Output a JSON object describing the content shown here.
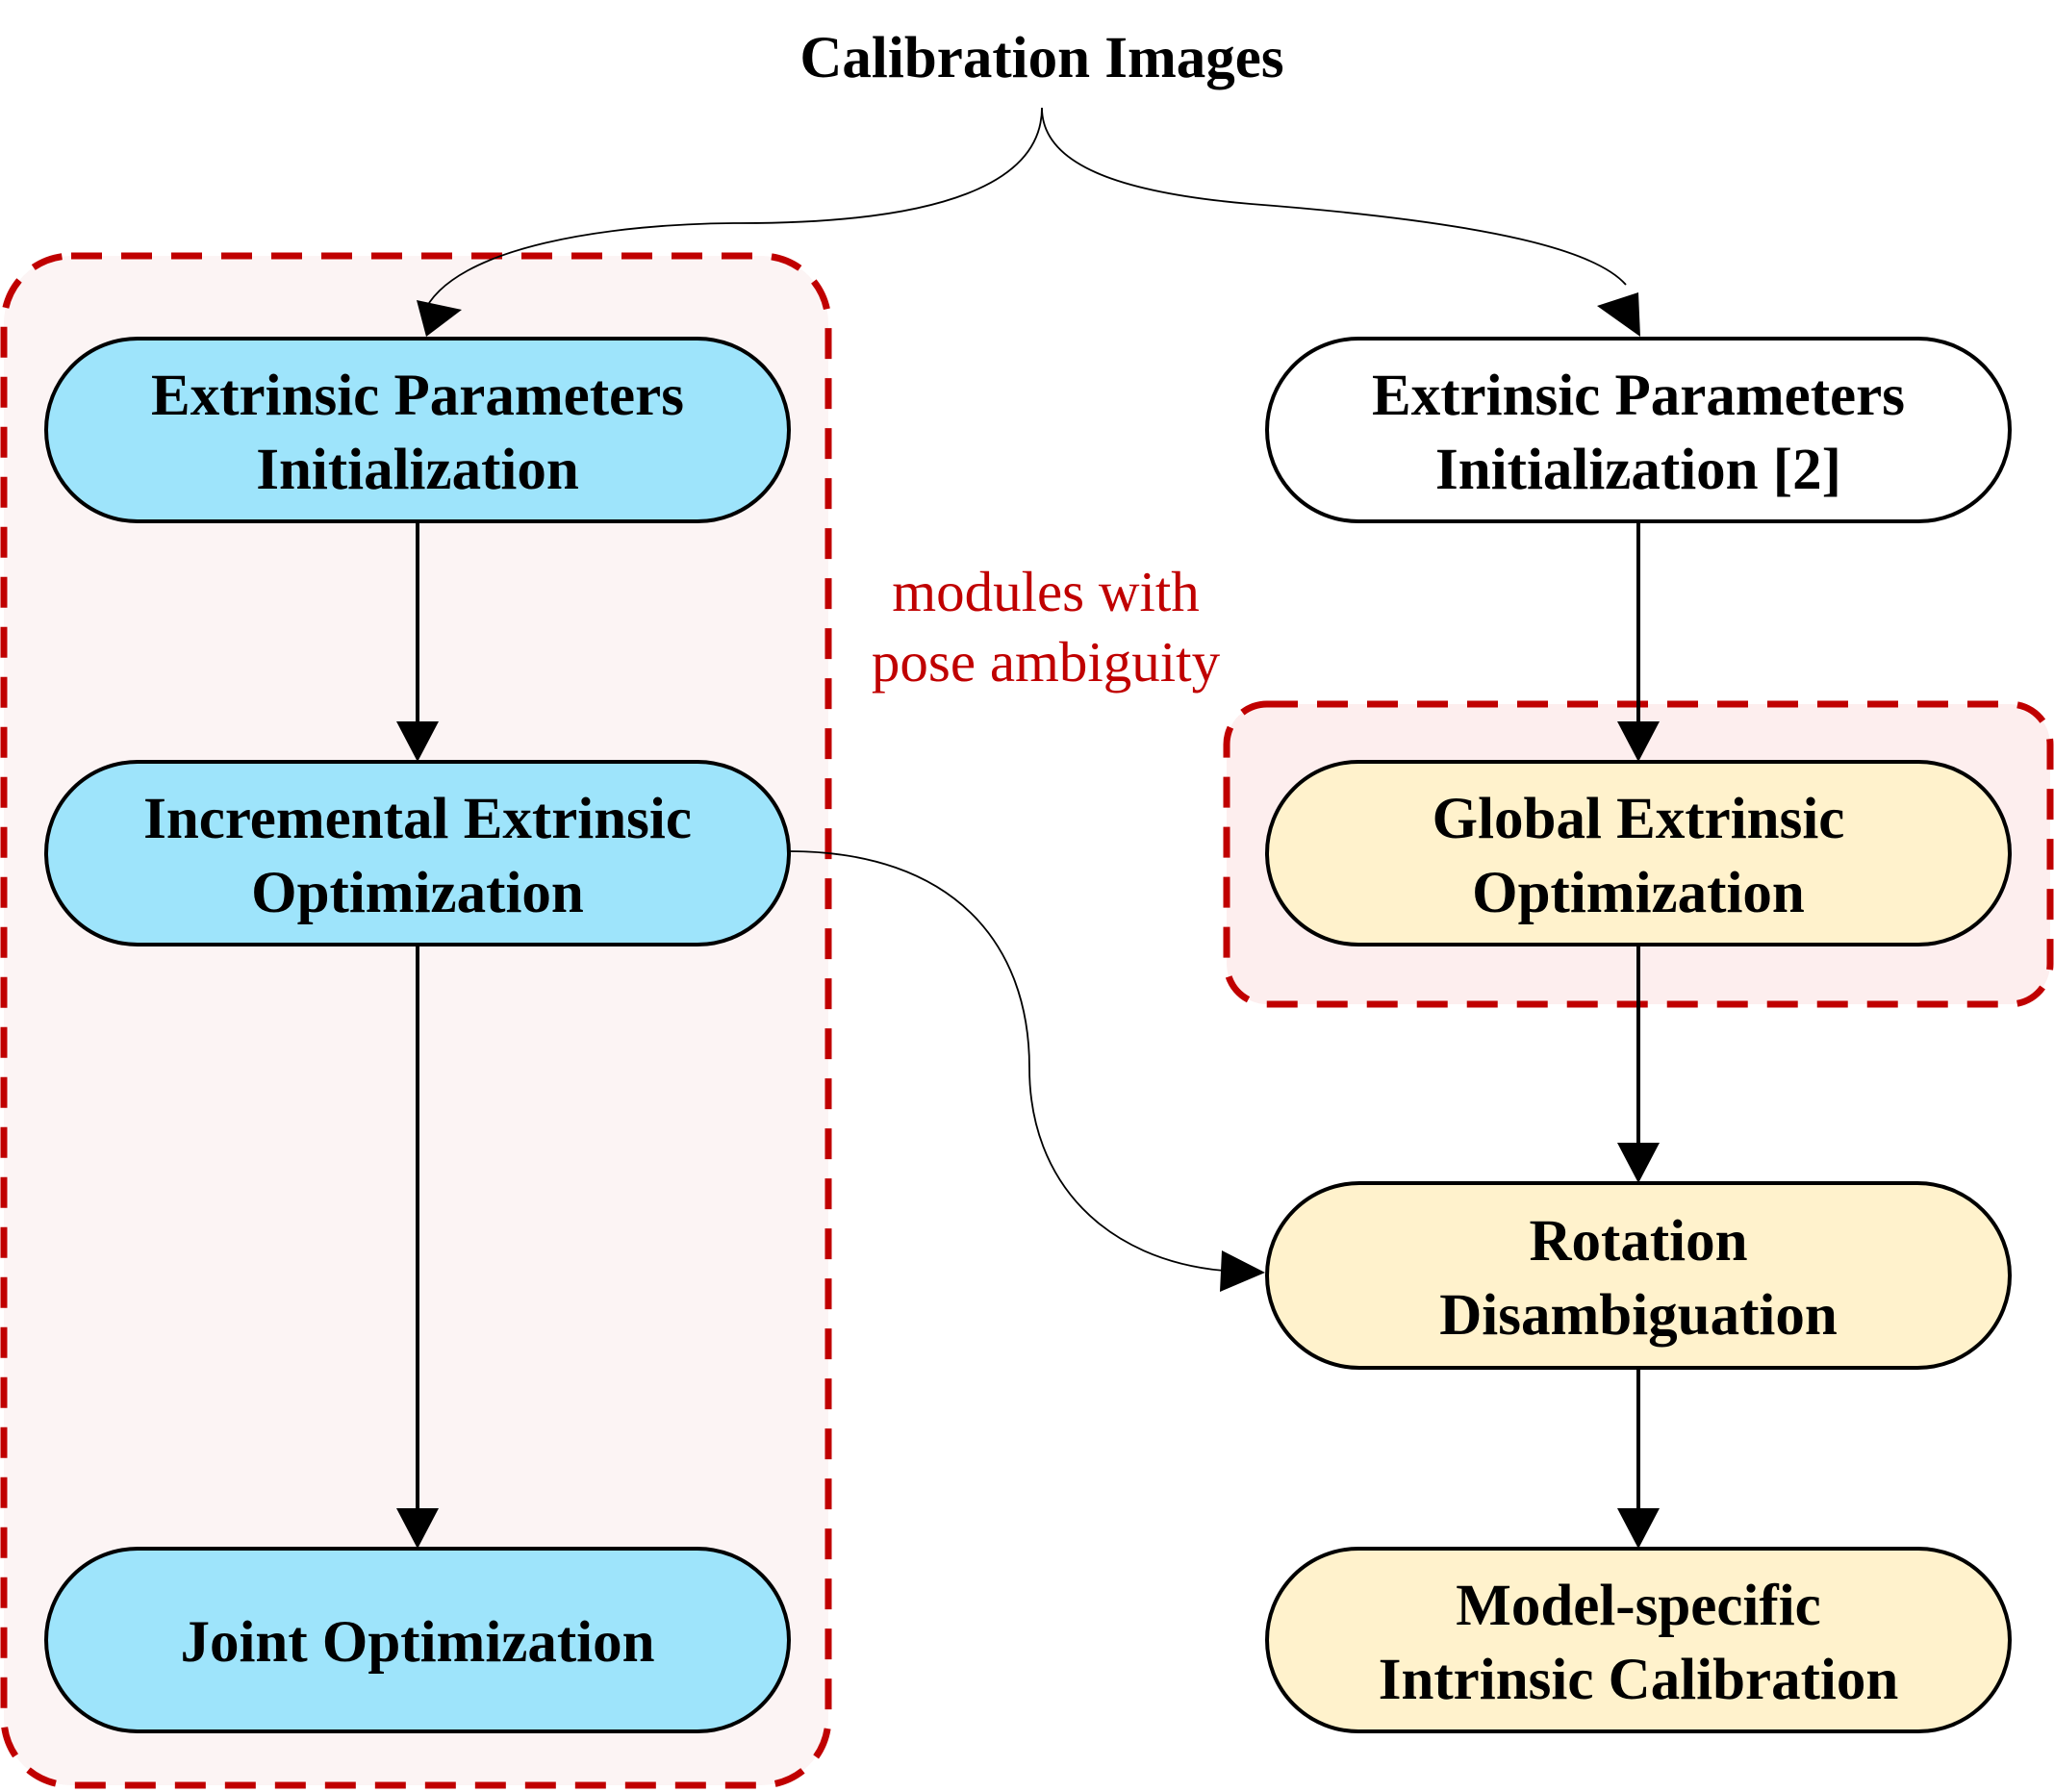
{
  "title": "Calibration Images",
  "annotation": {
    "lines": [
      "modules with",
      "pose ambiguity"
    ]
  },
  "colors": {
    "blue_node": "#9ee4fb",
    "yellow_node": "#fff2cc",
    "white_node": "#ffffff",
    "group_border": "#c00000",
    "annotation": "#c00000"
  },
  "left_column": {
    "init": {
      "lines": [
        "Extrinsic Parameters",
        "Initialization"
      ]
    },
    "incremental": {
      "lines": [
        "Incremental Extrinsic",
        "Optimization"
      ]
    },
    "joint": {
      "lines": [
        "Joint Optimization"
      ]
    }
  },
  "right_column": {
    "init": {
      "lines": [
        "Extrinsic Parameters",
        "Initialization [2]"
      ]
    },
    "global": {
      "lines": [
        "Global Extrinsic",
        "Optimization"
      ]
    },
    "rotation": {
      "lines": [
        "Rotation",
        "Disambiguation"
      ]
    },
    "intrinsic": {
      "lines": [
        "Model-specific",
        "Intrinsic Calibration"
      ]
    }
  }
}
